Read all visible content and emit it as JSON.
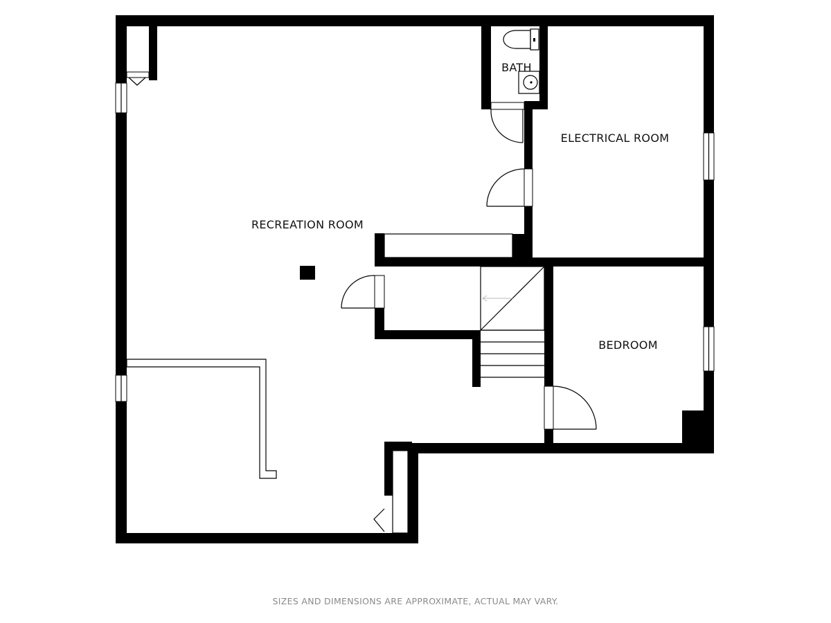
{
  "rooms": {
    "recreation": "RECREATION ROOM",
    "bath": "BATH",
    "electrical": "ELECTRICAL ROOM",
    "bedroom": "BEDROOM"
  },
  "footer_note": "SIZES AND DIMENSIONS ARE APPROXIMATE, ACTUAL MAY VARY.",
  "colors": {
    "wall": "#000000",
    "background": "#ffffff",
    "note": "#8a8a8a"
  }
}
